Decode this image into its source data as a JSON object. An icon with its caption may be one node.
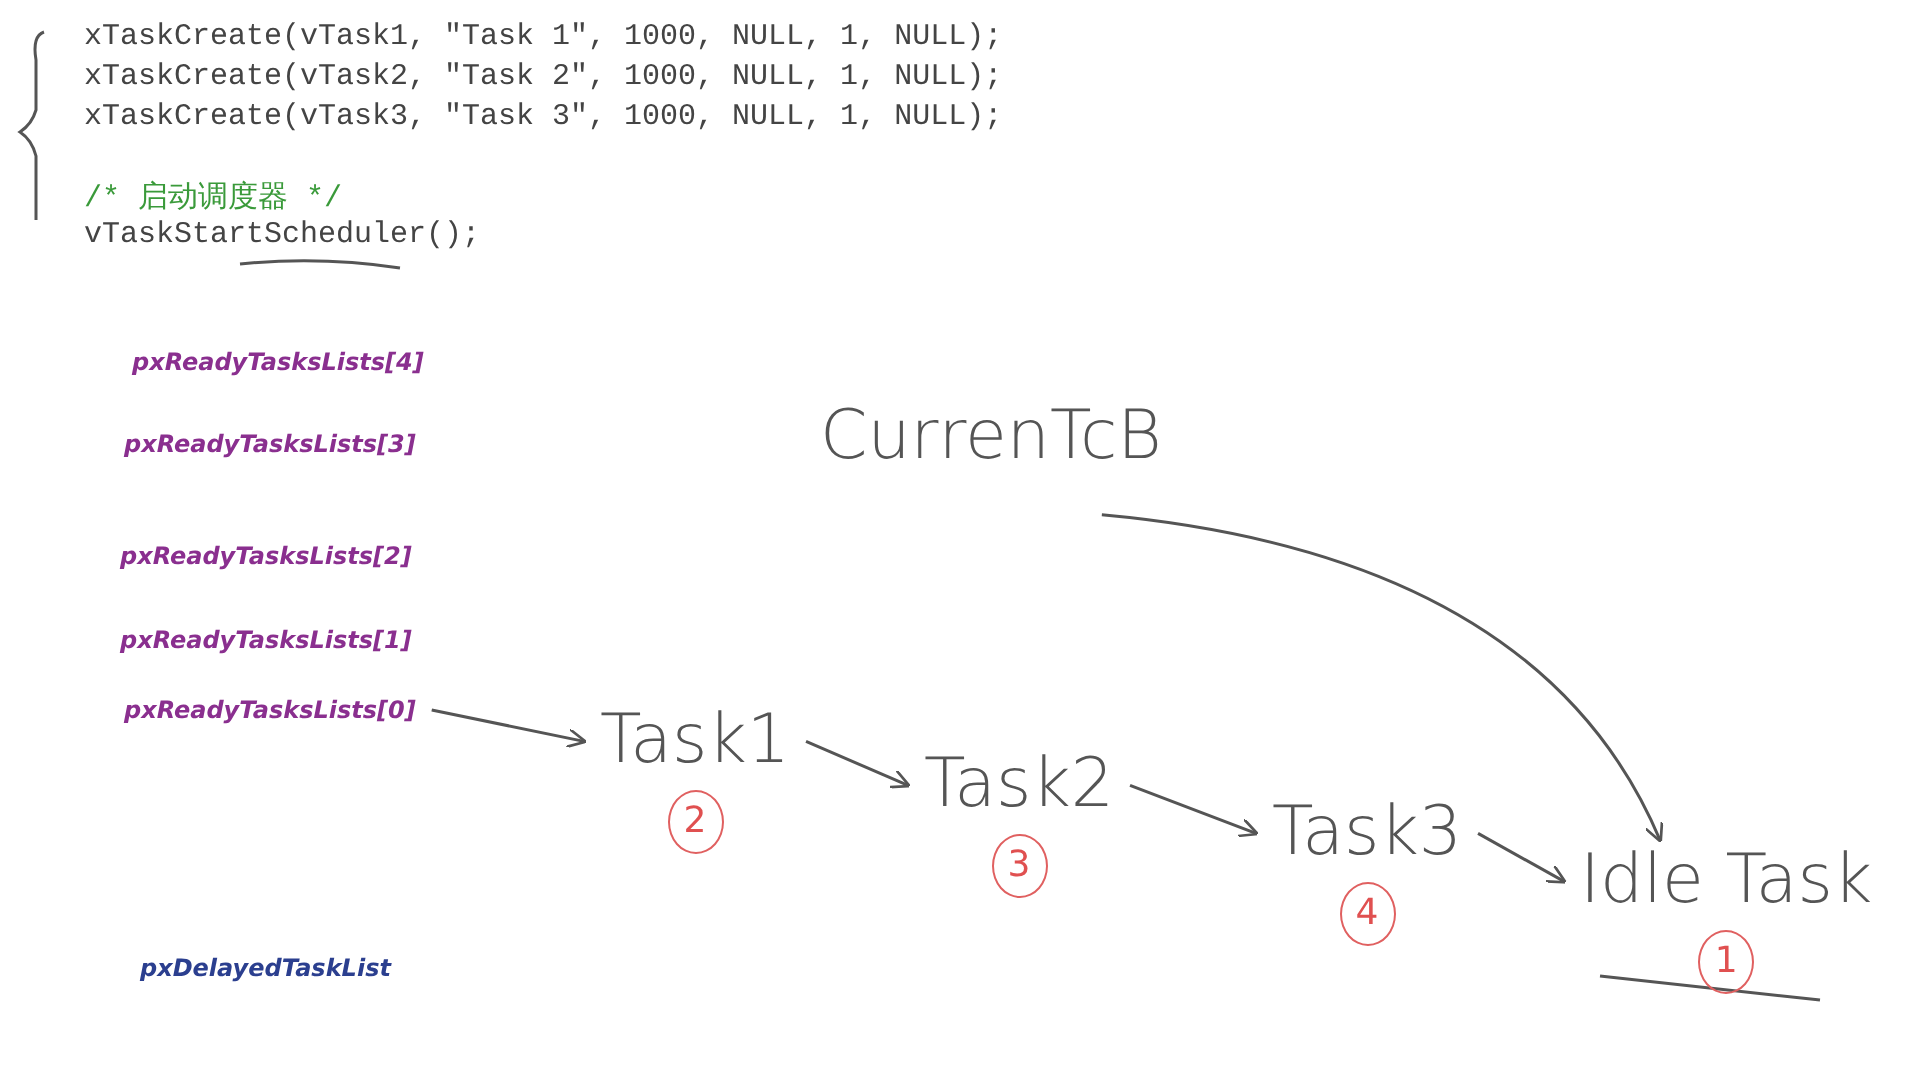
{
  "diagram": {
    "nodes": [
      {
        "text": [
          "pxReadyTasksLists[0]"
        ]
      },
      {
        "text": [
          "Task1"
        ],
        "beside": [
          "2"
        ]
      },
      {
        "text": [
          "Task2"
        ],
        "beside": [
          "3"
        ]
      },
      {
        "text": [
          "Task3"
        ],
        "beside": [
          "4"
        ]
      },
      {
        "text": [
          "Idle Task"
        ],
        "beside": [
          "1"
        ]
      },
      {
        "text": [
          "CurrenTcB"
        ]
      }
    ],
    "edges": [
      {
        "from": 0,
        "to": 1,
        "arrow": "to"
      },
      {
        "from": 1,
        "to": 2,
        "arrow": "to"
      },
      {
        "from": 2,
        "to": 3,
        "arrow": "to"
      },
      {
        "from": 3,
        "to": 4,
        "arrow": "to"
      },
      {
        "from": 5,
        "to": 4,
        "arrow": "to"
      }
    ],
    "labels": [
      "xTaskCreate(vTask1, \"Task 1\", 1000, NULL, 1, NULL);",
      "xTaskCreate(vTask2, \"Task 2\", 1000, NULL, 1, NULL);",
      "xTaskCreate(vTask3, \"Task 3\", 1000, NULL, 1, NULL);",
      "/* 启动调度器 */",
      "vTaskStartScheduler();",
      "pxReadyTasksLists[4]",
      "pxReadyTasksLists[3]",
      "pxReadyTasksLists[2]",
      "pxReadyTasksLists[1]",
      "pxDelayedTaskList"
    ]
  }
}
